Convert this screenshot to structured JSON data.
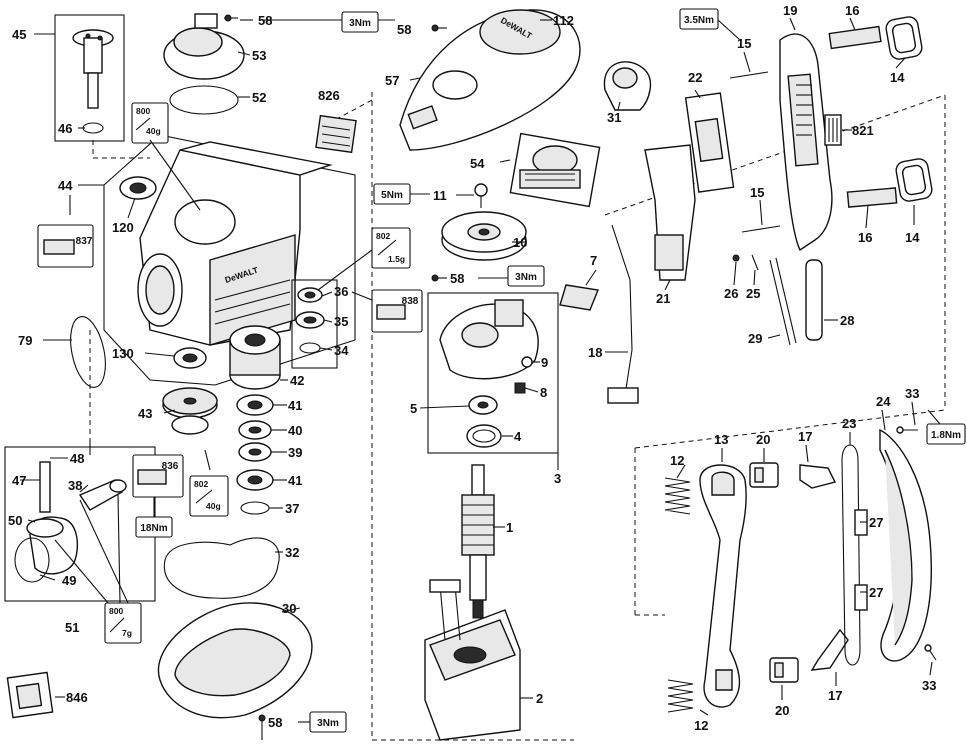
{
  "labels": {
    "p1": "1",
    "p2": "2",
    "p3": "3",
    "p4": "4",
    "p5": "5",
    "p7": "7",
    "p8": "8",
    "p9": "9",
    "p10": "10",
    "p11": "11",
    "p12a": "12",
    "p12b": "12",
    "p13": "13",
    "p14a": "14",
    "p14b": "14",
    "p15a": "15",
    "p15b": "15",
    "p16a": "16",
    "p16b": "16",
    "p17a": "17",
    "p17b": "17",
    "p18": "18",
    "p19": "19",
    "p20a": "20",
    "p20b": "20",
    "p21": "21",
    "p22": "22",
    "p23": "23",
    "p24": "24",
    "p25": "25",
    "p26": "26",
    "p27a": "27",
    "p27b": "27",
    "p28": "28",
    "p29": "29",
    "p30": "30",
    "p31": "31",
    "p32": "32",
    "p33a": "33",
    "p33b": "33",
    "p34": "34",
    "p35": "35",
    "p36": "36",
    "p37": "37",
    "p38": "38",
    "p39": "39",
    "p40": "40",
    "p41a": "41",
    "p41b": "41",
    "p42": "42",
    "p43": "43",
    "p44": "44",
    "p45": "45",
    "p46": "46",
    "p47": "47",
    "p48": "48",
    "p49": "49",
    "p50": "50",
    "p51": "51",
    "p52": "52",
    "p53": "53",
    "p54": "54",
    "p57": "57",
    "p58a": "58",
    "p58b": "58",
    "p58c": "58",
    "p58d": "58",
    "p79": "79",
    "p112": "112",
    "p120": "120",
    "p130": "130",
    "p821": "821",
    "p826": "826",
    "p846": "846"
  },
  "torques": {
    "t3nm_top": "3Nm",
    "t35nm": "3.5Nm",
    "t5nm": "5Nm",
    "t3nm_mid": "3Nm",
    "t18nm": "18Nm",
    "t3nm_bot": "3Nm",
    "t18nm_right": "1.8Nm"
  },
  "kits": {
    "k837": "837",
    "k838": "838",
    "k836": "836"
  },
  "grease": {
    "g800a_code": "800",
    "g800a_amt": "40g",
    "g802a_code": "802",
    "g802a_amt": "1.5g",
    "g802b_code": "802",
    "g802b_amt": "40g",
    "g800b_code": "800",
    "g800b_amt": "7g"
  },
  "brand": "DeWALT"
}
